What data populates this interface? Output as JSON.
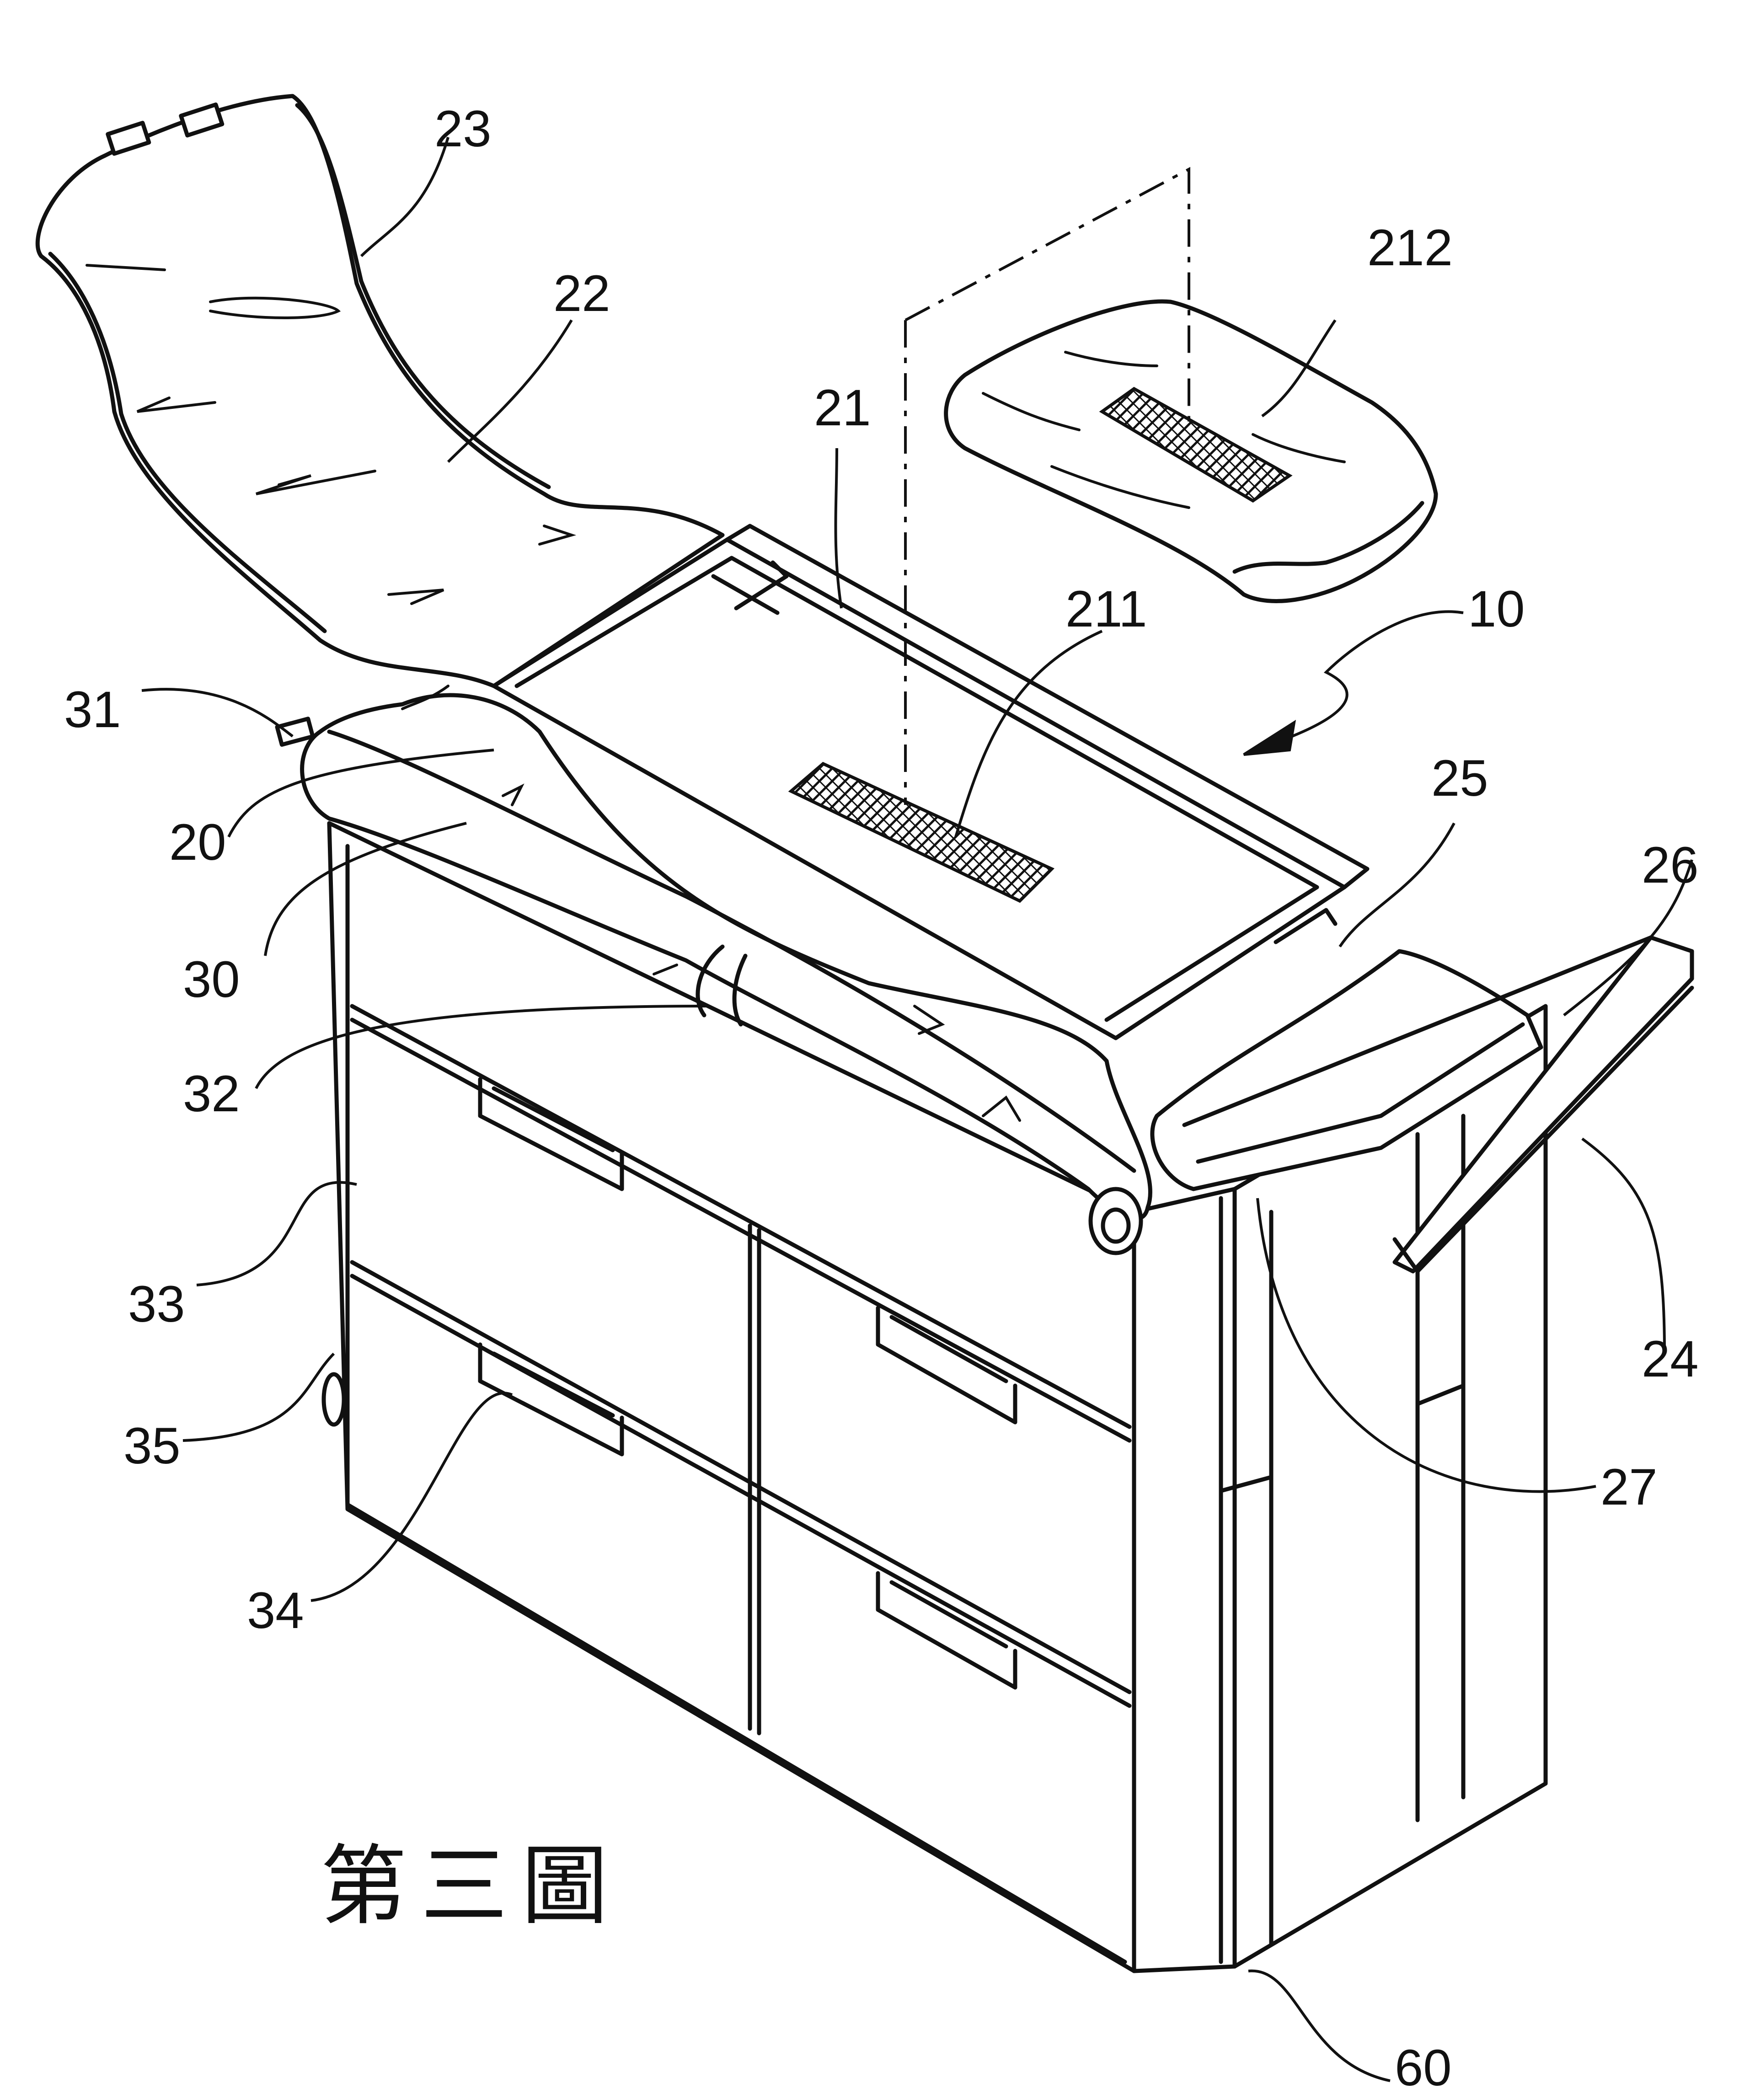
{
  "figure": {
    "caption": "第三圖",
    "labels": {
      "l10": "10",
      "l20": "20",
      "l21": "21",
      "l211": "211",
      "l212": "212",
      "l22": "22",
      "l23": "23",
      "l24": "24",
      "l25": "25",
      "l26": "26",
      "l27": "27",
      "l30": "30",
      "l31": "31",
      "l32": "32",
      "l33": "33",
      "l34": "34",
      "l35": "35",
      "l60": "60"
    }
  }
}
